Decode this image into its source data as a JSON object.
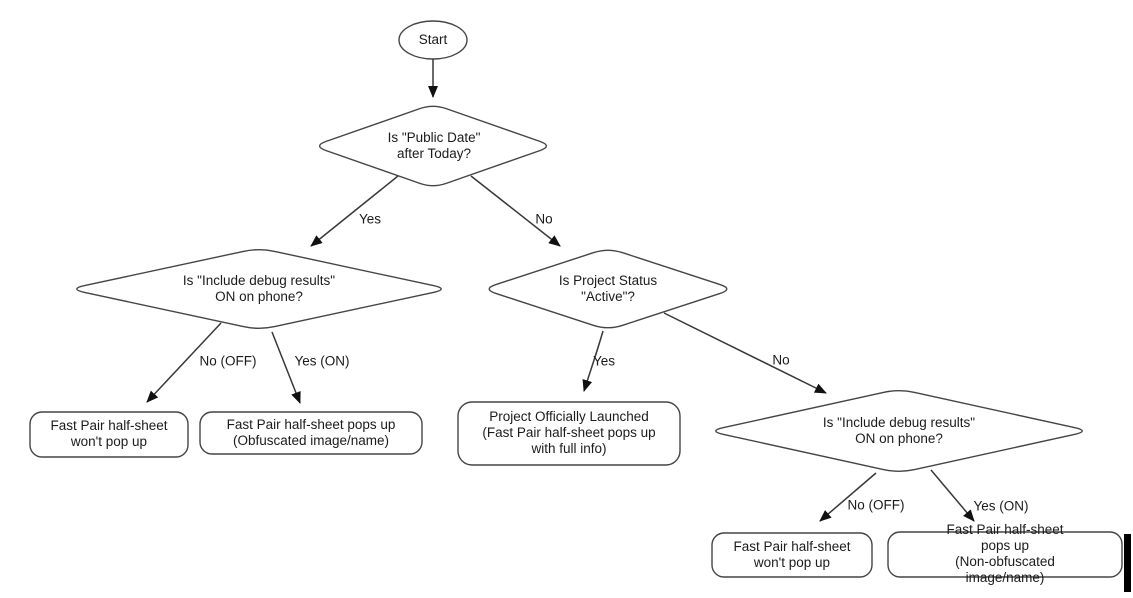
{
  "diagram": {
    "type": "flowchart",
    "background_color": "#ffffff",
    "shape_stroke_color": "#454545",
    "text_color": "#1b1b1b",
    "nodes": {
      "start": {
        "shape": "ellipse",
        "text": "Start"
      },
      "public_date": {
        "shape": "decision-diamond",
        "text": "Is \"Public Date\"\nafter Today?"
      },
      "debug_left": {
        "shape": "decision-diamond",
        "text": "Is \"Include debug results\"\nON on phone?"
      },
      "project_status": {
        "shape": "decision-diamond",
        "text": "Is Project Status\n\"Active\"?"
      },
      "debug_right": {
        "shape": "decision-diamond",
        "text": "Is \"Include debug results\"\nON on phone?"
      },
      "no_popup_left": {
        "shape": "rounded-rect",
        "text": "Fast Pair half-sheet\nwon't pop up"
      },
      "obfuscated": {
        "shape": "rounded-rect",
        "text": "Fast Pair half-sheet pops up\n(Obfuscated image/name)"
      },
      "launched": {
        "shape": "rounded-rect",
        "text": "Project Officially Launched\n(Fast Pair half-sheet pops up\nwith full info)"
      },
      "no_popup_right": {
        "shape": "rounded-rect",
        "text": "Fast Pair half-sheet\nwon't pop up"
      },
      "non_obfuscated": {
        "shape": "rounded-rect",
        "text": "Fast Pair half-sheet pops up\n(Non-obfuscated image/name)"
      }
    },
    "edges": {
      "start_to_public_date": {
        "label": ""
      },
      "public_date_yes": {
        "label": "Yes"
      },
      "public_date_no": {
        "label": "No"
      },
      "debug_left_no": {
        "label": "No (OFF)"
      },
      "debug_left_yes": {
        "label": "Yes (ON)"
      },
      "project_status_yes": {
        "label": "Yes"
      },
      "project_status_no": {
        "label": "No"
      },
      "debug_right_no": {
        "label": "No (OFF)"
      },
      "debug_right_yes": {
        "label": "Yes (ON)"
      }
    }
  }
}
